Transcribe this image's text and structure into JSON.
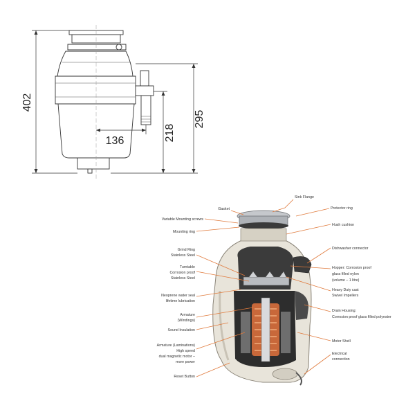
{
  "dimensions": {
    "overall_height": "402",
    "body_height": "295",
    "outlet_height": "218",
    "outlet_offset": "136"
  },
  "labels": {
    "sink_flange": "Sink Flange",
    "gasket": "Gasket",
    "protector_ring": "Protector ring",
    "variable_mounting_screws": "Variable Mounting screws",
    "hush_cushion": "Hush cushion",
    "mounting_ring": "Mounting ring",
    "dishwasher_connector": "Dishwasher connector",
    "grind_ring_1": "Grind Ring",
    "grind_ring_2": "Stainless Steel",
    "hopper_1": "Hopper: Corrosion proof",
    "hopper_2": "glass filled nylon",
    "hopper_3": "(volume – 1 litre)",
    "turntable_1": "Turntable",
    "turntable_2": "Corrosion proof",
    "turntable_3": "Stainless Steel",
    "impellers_1": "Heavy Duty cast",
    "impellers_2": "Swivel Impellers",
    "neoprene_1": "Neoprene water seal",
    "neoprene_2": "lifetime lubrication",
    "drain_housing_1": "Drain Housing:",
    "drain_housing_2": "Corrosion proof glass filled polyester",
    "armature_windings_1": "Armature",
    "armature_windings_2": "(Windings)",
    "sound_insulation": "Sound Insulation",
    "motor_shell": "Motor Shell",
    "armature_laminations_1": "Armature (Laminations)",
    "armature_laminations_2": "High speed",
    "armature_laminations_3": "dual magnetic motor –",
    "armature_laminations_4": "more power",
    "electrical_1": "Electrical",
    "electrical_2": "connection",
    "reset_button": "Reset Button"
  },
  "colors": {
    "leader": "#e07a3c",
    "shell": "#e8e4da",
    "motor_copper": "#c8683a",
    "steel": "#b9bcc0"
  }
}
